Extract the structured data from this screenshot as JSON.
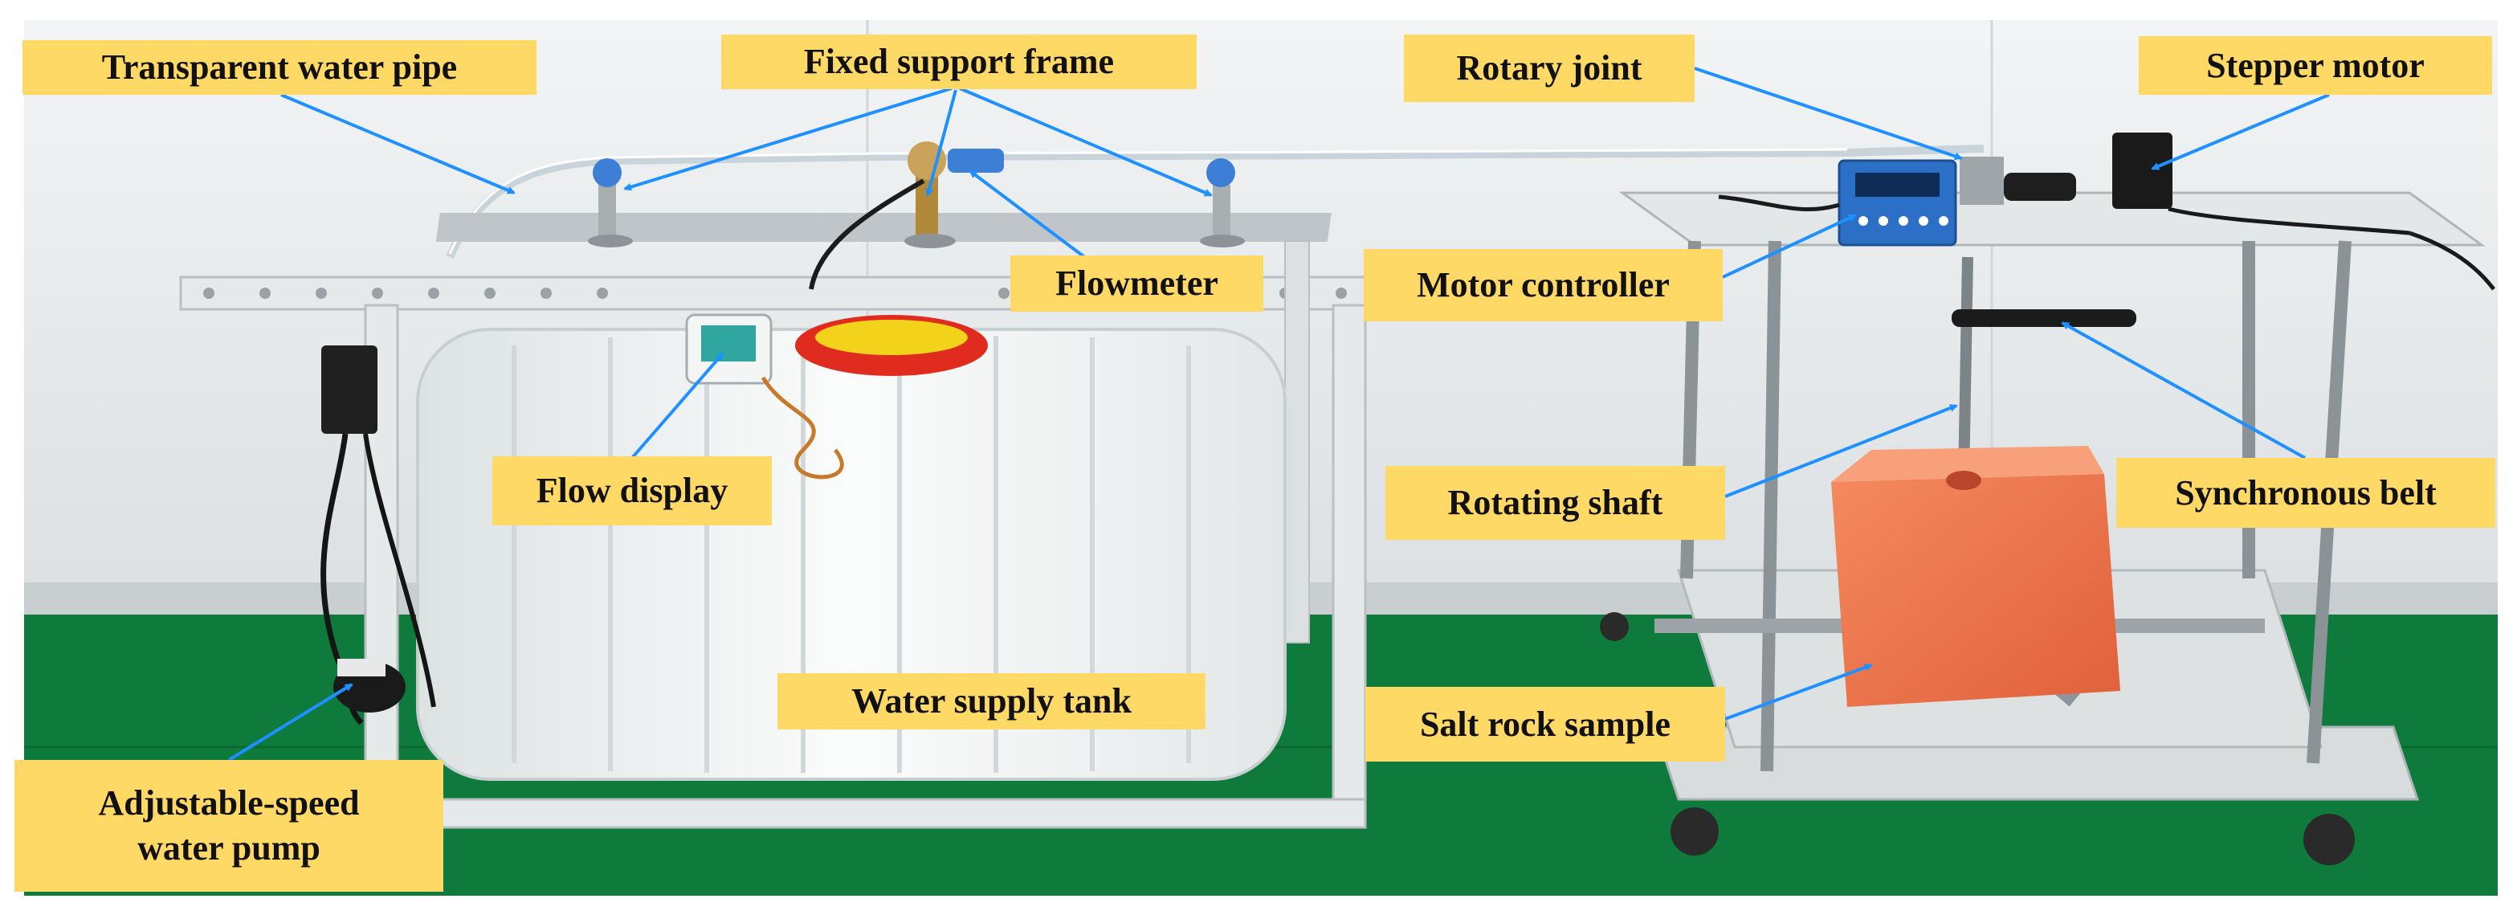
{
  "colors": {
    "label_background": "#FFD966",
    "arrow": "#1E90FF",
    "wall": "#E9ECEE",
    "floor": "#0E7A3B",
    "tank": "#F2F4F4",
    "salt_rock": "#EE7A4E",
    "frame": "#E6E9EA"
  },
  "photo": {
    "objects": [
      "transparent-water-pipe",
      "fixed-support-frame",
      "flowmeter",
      "flow-display",
      "water-supply-tank",
      "adjustable-speed-water-pump",
      "rotary-joint",
      "stepper-motor",
      "motor-controller",
      "synchronous-belt",
      "rotating-shaft",
      "salt-rock-sample"
    ]
  },
  "labels": {
    "transparent_water_pipe": "Transparent  water pipe",
    "fixed_support_frame": "Fixed support frame",
    "flowmeter": "Flowmeter",
    "flow_display": "Flow display",
    "water_supply_tank": "Water supply tank",
    "water_pump_line1": "Adjustable-speed",
    "water_pump_line2": "water pump",
    "rotary_joint": "Rotary joint",
    "stepper_motor": "Stepper motor",
    "motor_controller": "Motor controller",
    "synchronous_belt": "Synchronous belt",
    "rotating_shaft": "Rotating shaft",
    "salt_rock_sample": "Salt rock sample"
  }
}
